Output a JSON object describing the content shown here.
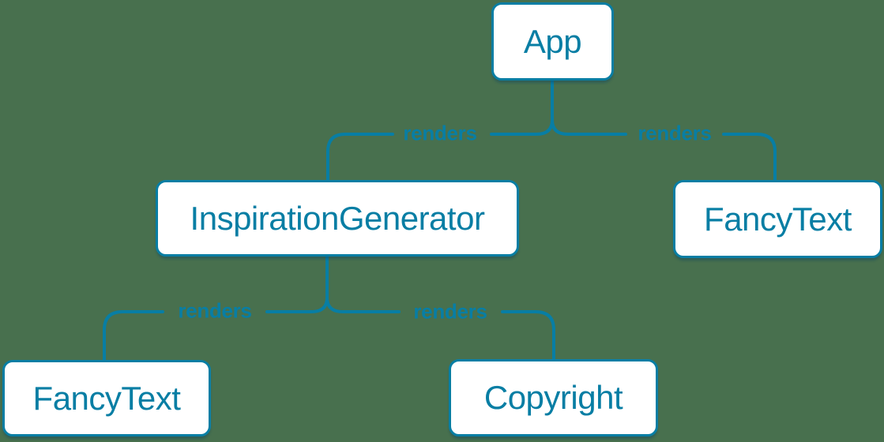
{
  "colors": {
    "background": "#48704E",
    "accent": "#087EA4",
    "node_fill": "#FFFFFF"
  },
  "diagram": {
    "type": "component-tree",
    "nodes": [
      {
        "id": "app",
        "label": "App"
      },
      {
        "id": "inspiration-generator",
        "label": "InspirationGenerator"
      },
      {
        "id": "fancy-text-top",
        "label": "FancyText"
      },
      {
        "id": "fancy-text-bottom",
        "label": "FancyText"
      },
      {
        "id": "copyright",
        "label": "Copyright"
      }
    ],
    "edges": [
      {
        "from": "App",
        "to": "InspirationGenerator",
        "label": "renders"
      },
      {
        "from": "App",
        "to": "FancyText",
        "label": "renders"
      },
      {
        "from": "InspirationGenerator",
        "to": "FancyText",
        "label": "renders"
      },
      {
        "from": "InspirationGenerator",
        "to": "Copyright",
        "label": "renders"
      }
    ]
  }
}
